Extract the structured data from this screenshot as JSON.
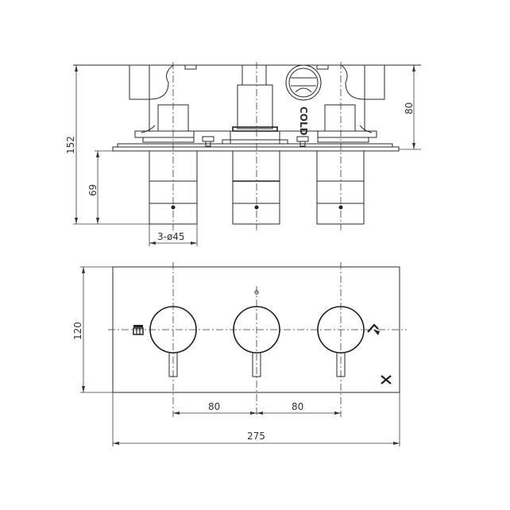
{
  "drawing": {
    "title": "Thermostatic concealed valve with 3 handles – technical drawing",
    "side_view": {
      "dim_total_height": "152",
      "dim_body_height": "80",
      "dim_handle_height": "69",
      "dim_handle_diameter": "3-ø45",
      "label_cold": "COLD"
    },
    "front_view": {
      "dim_plate_height": "120",
      "dim_spacing_left": "80",
      "dim_spacing_right": "80",
      "dim_plate_width": "275",
      "icons": [
        "shower-icon",
        "handshower-icon",
        "off-x-icon"
      ]
    }
  }
}
